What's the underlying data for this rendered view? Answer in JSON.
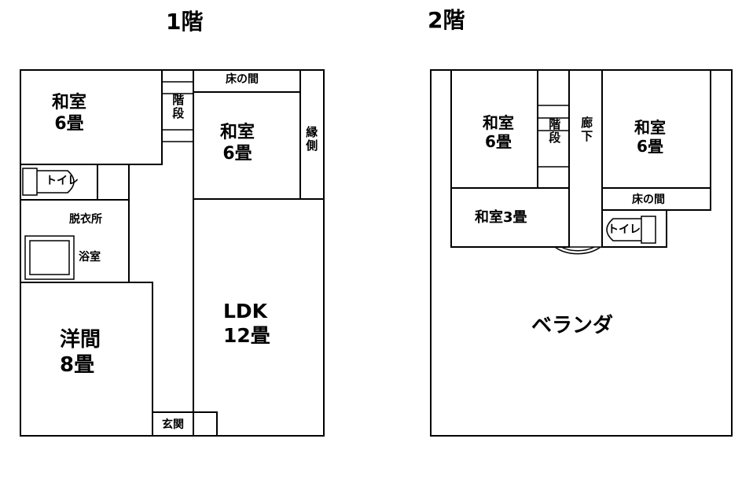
{
  "floor1": {
    "title": "1階",
    "rooms": {
      "washitsu_a": [
        "和室",
        "6畳"
      ],
      "toko": "床の間",
      "stair": "階段",
      "washitsu_b": [
        "和室",
        "6畳"
      ],
      "engawa": "縁側",
      "toilet": "トイレ",
      "datsuijo": "脱衣所",
      "yokushitsu": "浴室",
      "youma": [
        "洋間",
        "8畳"
      ],
      "ldk": [
        "LDK",
        "12畳"
      ],
      "genkan": "玄関"
    }
  },
  "floor2": {
    "title": "2階",
    "rooms": {
      "washitsu_a": [
        "和室",
        "6畳"
      ],
      "stair": "階段",
      "rouka": "廊下",
      "washitsu_b": [
        "和室",
        "6畳"
      ],
      "washitsu_3": "和室3畳",
      "toko": "床の間",
      "toilet": "トイレ",
      "veranda": "ベランダ"
    }
  }
}
